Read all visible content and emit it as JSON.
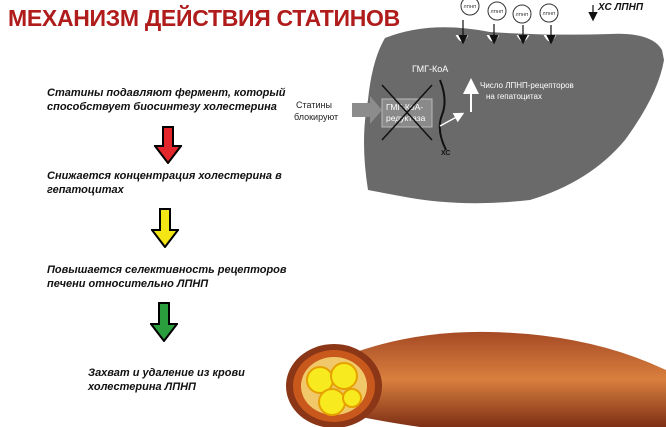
{
  "title": "МЕХАНИЗМ ДЕЙСТВИЯ СТАТИНОВ",
  "steps": [
    "Статины подавляют фермент, который способствует биосинтезу холестерина",
    "Снижается концентрация холестерина в гепатоцитах",
    "Повышается селективность рецепторов печени относительно ЛПНП",
    "Захват и удаление из крови холестерина ЛПНП"
  ],
  "arrow_colors": [
    "#e3262b",
    "#f4e614",
    "#2a9d3c"
  ],
  "liver": {
    "ldl_label": "ЛПНП",
    "hs_ldl": "ХС ЛПНП",
    "hmg_coa": "ГМГ-КоА",
    "enzyme_line1": "ГМГ-КоА-",
    "enzyme_line2": "редуктаза",
    "statins_line1": "Статины",
    "statins_line2": "блокируют",
    "receptors_line1": "Число ЛПНП-рецепторов",
    "receptors_line2": "на гепатоцитах",
    "hs_mark": "ХС"
  }
}
